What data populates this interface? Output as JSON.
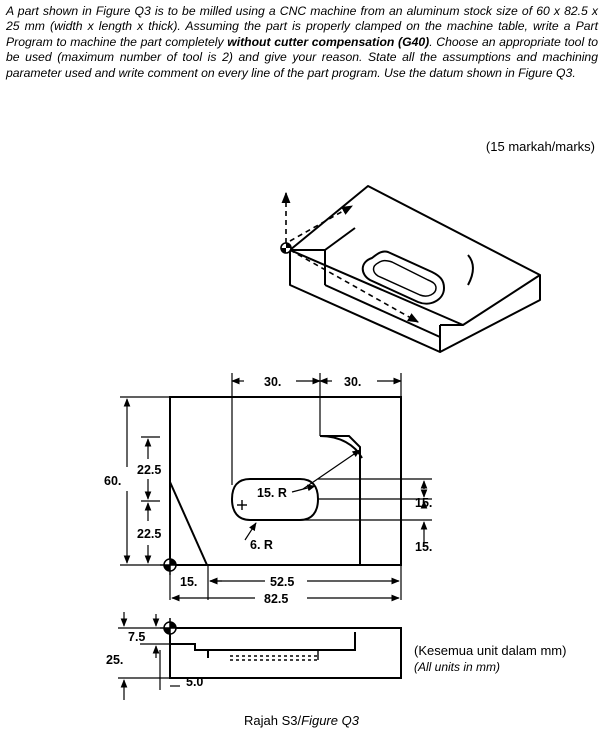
{
  "question": {
    "segments": [
      {
        "text": "A part shown in Figure Q3 is to be milled using a CNC machine from an aluminum stock size of 60 x 82.5 x 25 mm (width x length x thick). Assuming the part is properly clamped on the machine table, write a Part Program to machine the part completely ",
        "bold": false
      },
      {
        "text": "without cutter compensation (G40)",
        "bold": true
      },
      {
        "text": ". Choose an appropriate tool to be used (maximum number of tool is 2) and give your reason. State all the assumptions and machining parameter used and write comment on every line of the part program. Use the datum shown in Figure Q3.",
        "bold": false
      }
    ],
    "marks": "(15 markah/marks)"
  },
  "figure": {
    "dimensions": {
      "top_left": "30.",
      "top_right": "30.",
      "height": "60.",
      "upper_left": "22.5",
      "lower_left": "22.5",
      "radius_slot": "15. R",
      "radius_fillet": "6. R",
      "right_upper": "15.",
      "right_lower": "15.",
      "bottom_left": "15.",
      "bottom_mid": "52.5",
      "bottom_total": "82.5",
      "side_step": "7.5",
      "side_height": "25.",
      "side_depth": "5.0"
    },
    "note_ms": "(Kesemua unit dalam mm)",
    "note_en": "(All units in mm)",
    "caption_ms": "Rajah S3/",
    "caption_en": "Figure Q3"
  }
}
